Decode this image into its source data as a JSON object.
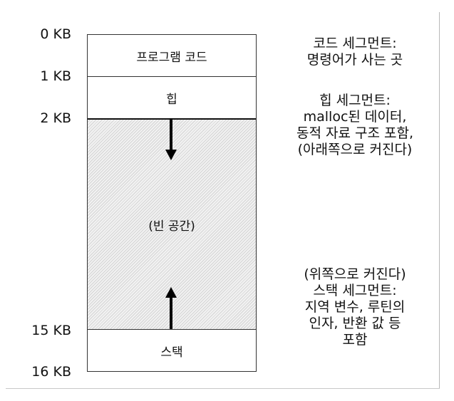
{
  "address_labels": [
    "0 KB",
    "1 KB",
    "2 KB",
    "15 KB",
    "16 KB"
  ],
  "segments": {
    "code": "프로그램 코드",
    "heap": "힙",
    "free": "(빈 공간)",
    "stack": "스택"
  },
  "arrows": {
    "heap_growth": "down",
    "stack_growth": "up"
  },
  "descriptions": {
    "code": [
      "코드 세그먼트:",
      "명령어가 사는 곳"
    ],
    "heap": [
      "힙 세그먼트:",
      "malloc된 데이터,",
      "동적 자료 구조 포함,",
      "(아래쪽으로 커진다)"
    ],
    "stack": [
      "(위쪽으로 커진다)",
      "스택 세그먼트:",
      "지역 변수, 루틴의",
      "인자, 반환 값 등",
      "포함"
    ]
  },
  "colors": {
    "outline": "#333333",
    "hatch": "#d4d4d4",
    "arrow": "#000000"
  }
}
